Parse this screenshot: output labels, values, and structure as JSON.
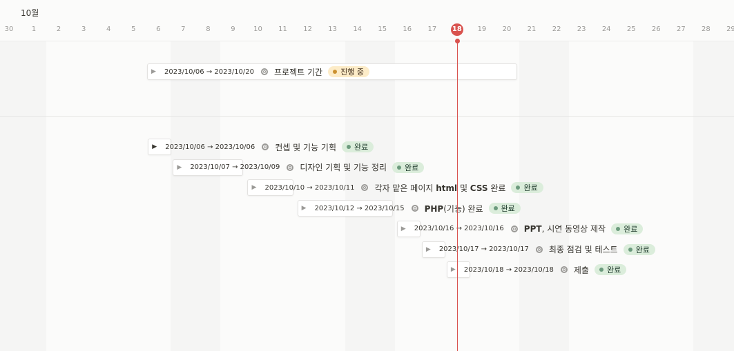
{
  "header": {
    "month_label": "10월",
    "days": [
      "30",
      "1",
      "2",
      "3",
      "4",
      "5",
      "6",
      "7",
      "8",
      "9",
      "10",
      "11",
      "12",
      "13",
      "14",
      "15",
      "16",
      "17",
      "18",
      "19",
      "20",
      "21",
      "22",
      "23",
      "24",
      "25",
      "26",
      "27",
      "28",
      "29"
    ],
    "today": "18",
    "today_color": "#d9534f"
  },
  "groups": [
    {
      "toggle": "▶",
      "dates": "2023/10/06 → 2023/10/20",
      "title": "프로젝트 기간",
      "status": "진행 중",
      "status_kind": "in-progress",
      "status_color": "#fdecc8"
    }
  ],
  "tasks": [
    {
      "toggle": "▶",
      "dates": "2023/10/06 → 2023/10/06",
      "title": "컨셉 및 기능 기획",
      "status": "완료"
    },
    {
      "toggle": "▶",
      "dates": "2023/10/07 → 2023/10/09",
      "title": "디자인 기획 및 기능 정리",
      "status": "완료"
    },
    {
      "toggle": "▶",
      "dates": "2023/10/10 → 2023/10/11",
      "title_parts": [
        "각자 맡은 페이지 ",
        "html",
        " 및 ",
        "CSS",
        " 완료"
      ],
      "status": "완료"
    },
    {
      "toggle": "▶",
      "dates": "2023/10/12 → 2023/10/15",
      "title_parts": [
        "PHP",
        "(기능) 완료"
      ],
      "status": "완료"
    },
    {
      "toggle": "▶",
      "dates": "2023/10/16 → 2023/10/16",
      "title_parts": [
        "PPT",
        ", 시연 동영상 제작"
      ],
      "status": "완료"
    },
    {
      "toggle": "▶",
      "dates": "2023/10/17 → 2023/10/17",
      "title": "최종 점검 및 테스트",
      "status": "완료"
    },
    {
      "toggle": "▶",
      "dates": "2023/10/18 → 2023/10/18",
      "title": "제출",
      "status": "완료"
    }
  ],
  "status_colors": {
    "done": "#dbeddb",
    "done_dot": "#6c9b7d",
    "in_progress": "#fdecc8",
    "in_progress_dot": "#cb912f"
  }
}
